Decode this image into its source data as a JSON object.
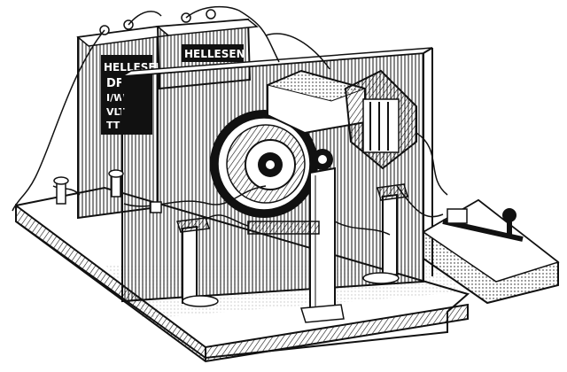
{
  "colors": {
    "ink": "#111111",
    "paper": "#ffffff"
  },
  "battery_left": {
    "brand": "HELLESEN",
    "print": [
      "DF",
      "I/W",
      "VLT",
      "TT"
    ]
  },
  "battery_right": {
    "brand": "HELLESEN"
  }
}
